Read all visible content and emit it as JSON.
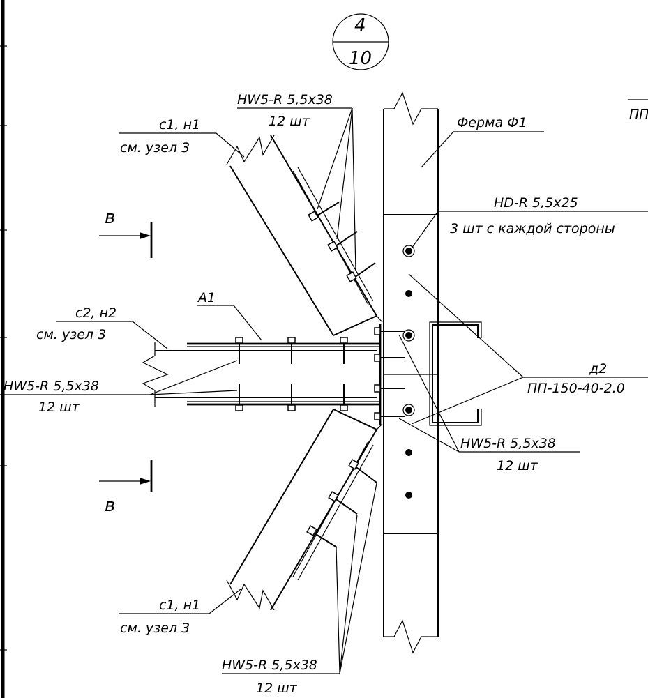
{
  "node_marker": {
    "top": "4",
    "bottom": "10"
  },
  "labels": {
    "screw_upper_spec": "HW5-R 5,5x38",
    "screw_upper_qty": "12 шт",
    "member_upper_id": "с1, н1",
    "member_upper_ref": "см. узел 3",
    "truss": "Ферма Ф1",
    "cut_partial": "ПП",
    "screw_hd_spec": "HD-R 5,5x25",
    "screw_hd_qty": "3 шт с каждой стороны",
    "section_top": "в",
    "member_mid_id": "с2, н2",
    "member_mid_ref": "см. узел 3",
    "angle_a1": "А1",
    "screw_left_spec": "HW5-R 5,5x38",
    "screw_left_qty": "12 шт",
    "gusset_id": "д2",
    "gusset_profile": "ПП-150-40-2.0",
    "screw_right_spec": "HW5-R 5,5x38",
    "screw_right_qty": "12 шт",
    "section_bottom": "в",
    "member_lower_id": "с1, н1",
    "member_lower_ref": "см. узел 3",
    "screw_lower_spec": "HW5-R 5,5x38",
    "screw_lower_qty": "12 шт"
  }
}
